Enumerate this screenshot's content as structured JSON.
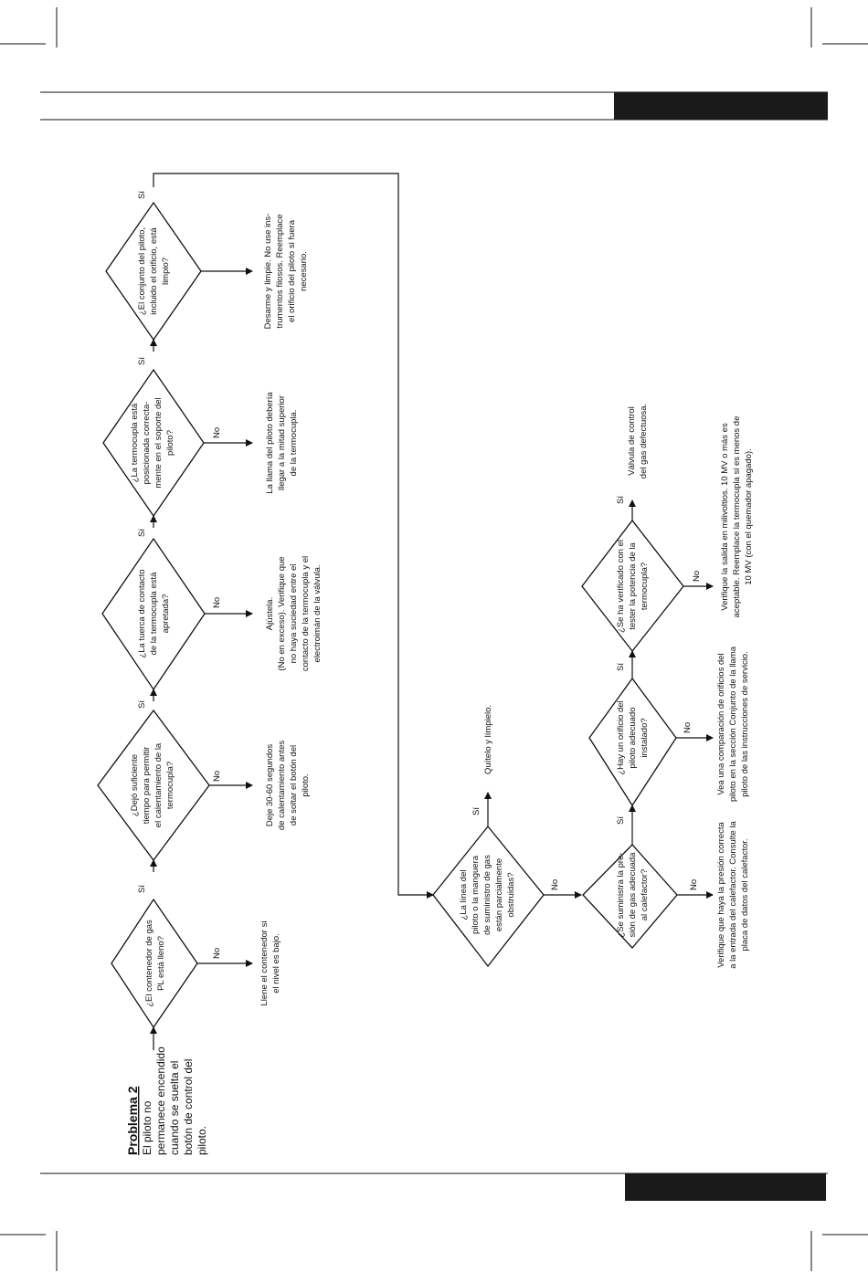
{
  "problem": {
    "title": "Problema 2",
    "lines": [
      "El piloto no",
      "permanece encendido",
      "cuando se suelta el",
      "botón de control del",
      "piloto."
    ]
  },
  "yes": "Sí",
  "no": "No",
  "d1": [
    "¿El contenedor de gas",
    "PL está lleno?"
  ],
  "d2": [
    "¿Dejó suficiente",
    "tiempo para permitir",
    "el calentamiento de la",
    "termocupla?"
  ],
  "d3": [
    "¿La tuerca de contacto",
    "de la termocupla está",
    "apretada?"
  ],
  "d4": [
    "¿La termocupla está",
    "posicionada correcta-",
    "mente en el soporte del",
    "piloto?"
  ],
  "d5": [
    "¿El conjunto del piloto,",
    "incluido el orificio, está",
    "limpio?"
  ],
  "d6": [
    "¿La línea del",
    "piloto o la manguera",
    "de suministro de gas",
    "están parcialmente",
    "obstruidas?"
  ],
  "d7": [
    "¿Se suministra la pre-",
    "sión de gas adecuada",
    "al calefactor?"
  ],
  "d8": [
    "¿Hay un orificio del",
    "piloto adecuado",
    "instalado?"
  ],
  "d9": [
    "¿Se ha verificado con el",
    "tester la potencia de la",
    "termocupla?"
  ],
  "a1": [
    "Llene el contenedor si",
    "el nivel es bajo."
  ],
  "a2": [
    "Deje 30-60 segundos",
    "de calentamiento antes",
    "de soltar el botón del",
    "piloto."
  ],
  "a3": [
    "Ajústela.",
    "(No en exceso). Verifique que",
    "no haya suciedad entre el",
    "contacto de la termocupla y el",
    "electroimán de la válvula."
  ],
  "a4": [
    "La llama del piloto debería",
    "llegar a la mitad superior",
    "de la termocupla."
  ],
  "a5": [
    "Desarme y limpie. No use ins-",
    "trumentos filosos. Reemplace",
    "el orificio del piloto si fuera",
    "necesario."
  ],
  "a6": [
    "Quítelo y límpielo."
  ],
  "a7": [
    "Verifique que haya la presión correcta",
    "a la entrada del calefactor. Consulte la",
    "placa de datos del calefactor."
  ],
  "a8": [
    "Vea una comparación de orificios del",
    "piloto en la sección Conjunto de la llama",
    "piloto de las instrucciones de servicio."
  ],
  "a9": [
    "Verifique la salida en milivoltios. 10 MV o más es",
    "aceptable. Reemplace la termocupla si es menos de",
    "10 MV (con el quemador apagado)."
  ],
  "a10": [
    "Válvula de control",
    "del gas defectuosa."
  ]
}
